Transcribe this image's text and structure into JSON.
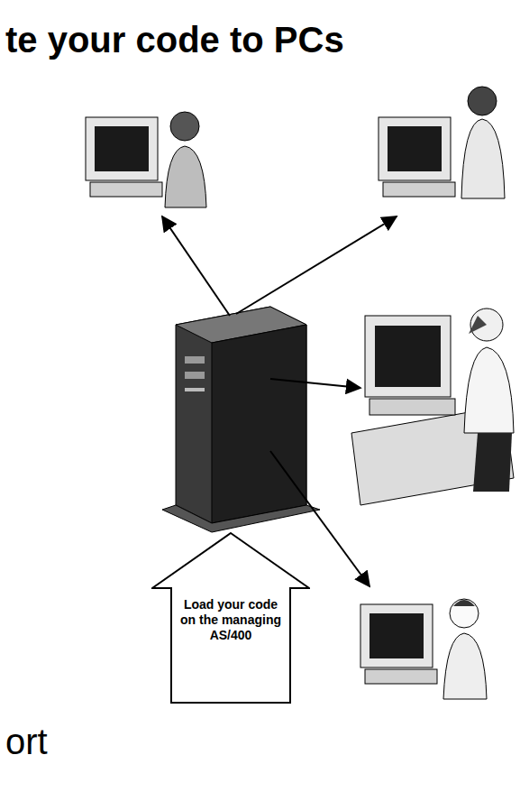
{
  "diagram": {
    "title": "te your code to PCs",
    "nodes": [
      {
        "text": [
          "Load your code on the managing AS/400"
        ]
      }
    ],
    "labels": [
      "ort"
    ]
  }
}
